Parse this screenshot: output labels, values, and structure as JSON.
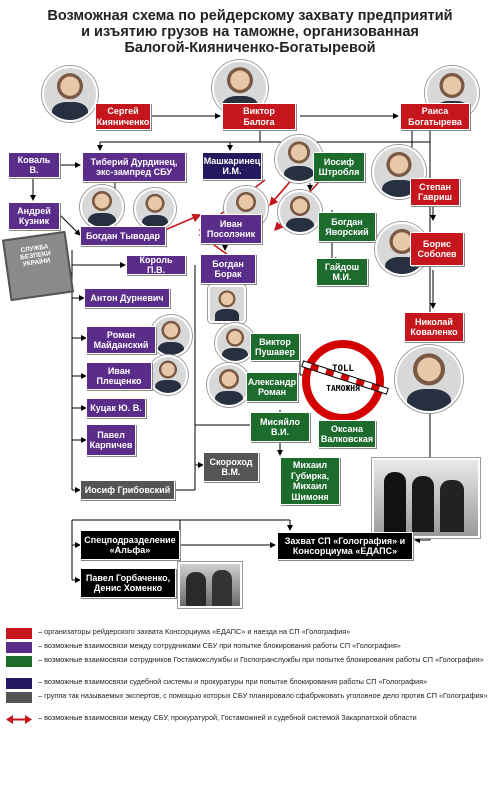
{
  "title": {
    "line1": "Возможная схема по рейдерскому захвату предприятий",
    "line2": "и изъятию грузов на таможне, организованная",
    "line3": "Балогой-Кияниченко-Богатыревой"
  },
  "colors": {
    "organizers": "#c4161c",
    "sbu": "#5b2d8a",
    "customs": "#1e6b2e",
    "judicial": "#24185e",
    "experts": "#555555",
    "special": "#000000",
    "red_link": "#c4161c"
  },
  "nodes": {
    "kiyanichenko": "Сергей\nКияниченко",
    "baloga": "Виктор\nБалога",
    "bogatyreva": "Раиса\nБогатырева",
    "koval": "Коваль В.",
    "durdinets": "Тиберий Дурдинец,\nэкс-зампред СБУ",
    "mashkarynets": "Машкаринец\nИ.М.",
    "shtroblia": "Иосиф\nШтробля",
    "kuzyk": "Андрей\nКузник",
    "tyvodar": "Богдан Тыводар",
    "posolenik": "Иван\nПосолэник",
    "yavorsky": "Богдан\nЯворский",
    "havrysh": "Степан\nГавриш",
    "korol": "Король П.В.",
    "borak": "Богдан\nБорак",
    "haidosh": "Гайдош\nМ.И.",
    "sobolev": "Борис\nСоболев",
    "durnevych": "Антон Дурневич",
    "kovalenko": "Николай\nКоваленко",
    "maidansky": "Роман\nМайданский",
    "pushaver": "Виктор\nПушавер",
    "pleshchenko": "Иван\nПлещенко",
    "alexandr_roman": "Александр\nРоман",
    "kutsak": "Куцак Ю. В.",
    "misiailo": "Мисяйло\nВ.И.",
    "valkovskaya": "Оксана\nВалковская",
    "karpichev": "Павел\nКарпичев",
    "skorokhod": "Скороход\nВ.М.",
    "gubyka": "Михаил\nГубирка,\nМихаил\nШимоня",
    "hrybovsky": "Иосиф Грибовский",
    "alpha": "Спецподразделение\n«Альфа»",
    "seizure": "Захват СП «Голография» и\nКонсорциума «ЕДАПС»",
    "gorbachenko": "Павел Горбаченко,\nДенис Хоменко"
  },
  "sign": {
    "top": "TOLL",
    "bottom": "ТАМОЖНЯ"
  },
  "shield_text": "СЛУЖБА БЕЗПЕКИ УКРАЇНИ",
  "legend": [
    {
      "key": "organizers",
      "text": "– организаторы рейдерского захвата Консорциума «ЕДАПС» и наезда на СП «Голография»"
    },
    {
      "key": "sbu",
      "text": "– возможные взаимосвязи между сотрудниками СБУ при попытке блокирования работы СП «Голография»"
    },
    {
      "key": "customs",
      "text": "– возможные взаимосвязи сотрудников Гостаможслужбы и Госпогранслужбы при попытке блокирования работы СП «Голография»"
    },
    {
      "key": "judicial",
      "text": "– возможные взаимосвязи судебной системы и прокуратуры при попытке блокирования работы СП «Голография»"
    },
    {
      "key": "experts",
      "text": "– группа так называемых экспертов, с помощью которых СБУ планировало сфабриковать уголовное дело против СП «Голография»"
    },
    {
      "key": "red_link",
      "text": "– возможные взаимосвязи между СБУ, прокуратурой, Гостаможней и судебной системой Закарпатской области"
    }
  ]
}
